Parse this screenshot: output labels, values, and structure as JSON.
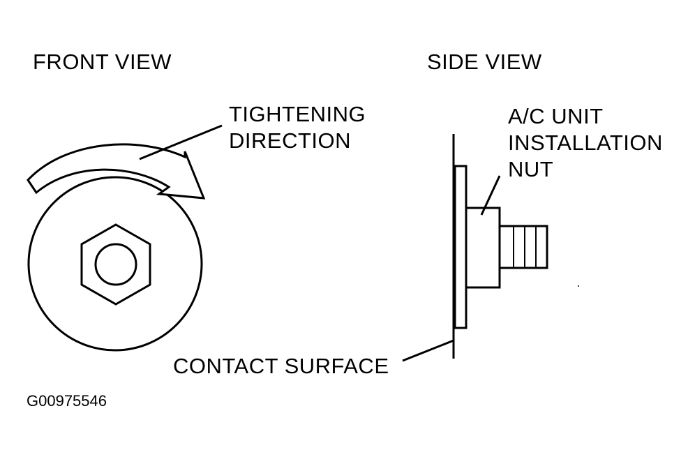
{
  "views": {
    "front": "FRONT VIEW",
    "side": "SIDE VIEW"
  },
  "labels": {
    "tightening_line1": "TIGHTENING",
    "tightening_line2": "DIRECTION",
    "nut_line1": "A/C UNIT",
    "nut_line2": "INSTALLATION",
    "nut_line3": "NUT",
    "contact_surface": "CONTACT SURFACE"
  },
  "figure_id": "G00975546",
  "colors": {
    "ink": "#000000",
    "paper": "#ffffff"
  }
}
